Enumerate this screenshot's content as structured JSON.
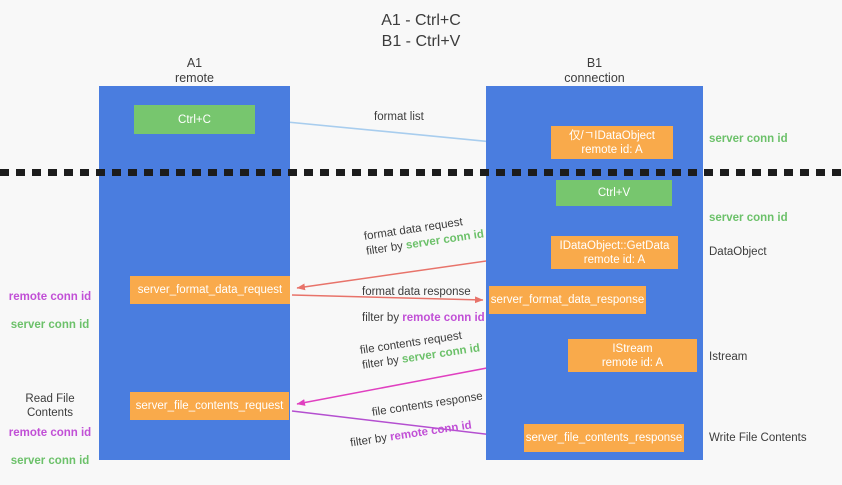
{
  "title": "A1 - Ctrl+C\nB1 - Ctrl+V",
  "lanes": [
    {
      "id": "a1",
      "header": "A1\nremote"
    },
    {
      "id": "b1",
      "header": "B1\nconnection"
    }
  ],
  "nodes": {
    "ctrl_c": "Ctrl+C",
    "idataobject": "仅/ㄱIDataObject\nremote id: A",
    "ctrl_v": "Ctrl+V",
    "getdata": "IDataObject::GetData\nremote id: A",
    "format_data_request": "server_format_data_request",
    "format_data_response": "server_format_data_response",
    "istream": "IStream\nremote id: A",
    "file_contents_request": "server_file_contents_request",
    "file_contents_response": "server_file_contents_response"
  },
  "flows": {
    "format_list": "format list",
    "format_data_request": "format data request",
    "format_data_request_filter_prefix": "filter by ",
    "format_data_request_filter_value": "server conn id",
    "format_data_response": "format data response",
    "format_data_response_filter_prefix": "filter by ",
    "format_data_response_filter_value": "remote conn id",
    "file_contents_request": "file contents request",
    "file_contents_request_filter_prefix": "filter by ",
    "file_contents_request_filter_value": "server conn id",
    "file_contents_response": "file contents response",
    "file_contents_response_filter_prefix": "filter by ",
    "file_contents_response_filter_value": "remote conn id"
  },
  "side_notes": {
    "server_conn_id_1": "server conn id",
    "server_conn_id_2": "server conn id",
    "dataobject": "DataObject",
    "istream": "Istream",
    "write_file_contents": "Write File Contents"
  },
  "left_notes": {
    "remote_conn_id_1": "remote conn id",
    "server_conn_id_1": "server conn id",
    "read_file_contents": "Read File Contents",
    "remote_conn_id_2": "remote conn id",
    "server_conn_id_2": "server conn id"
  },
  "colors": {
    "background": "#f8f8f8",
    "lane": "#4a7ddf",
    "node_green": "#77c66e",
    "node_orange": "#f9aa4b",
    "arrow_light_blue": "#a8cdee",
    "arrow_red": "#e8736a",
    "arrow_magenta": "#e040c0",
    "arrow_purple": "#b44fd0",
    "arrow_black": "#1c1c1c",
    "text_green": "#6cc16a",
    "text_purple": "#c150d6",
    "divider": "#1c1c1c"
  }
}
